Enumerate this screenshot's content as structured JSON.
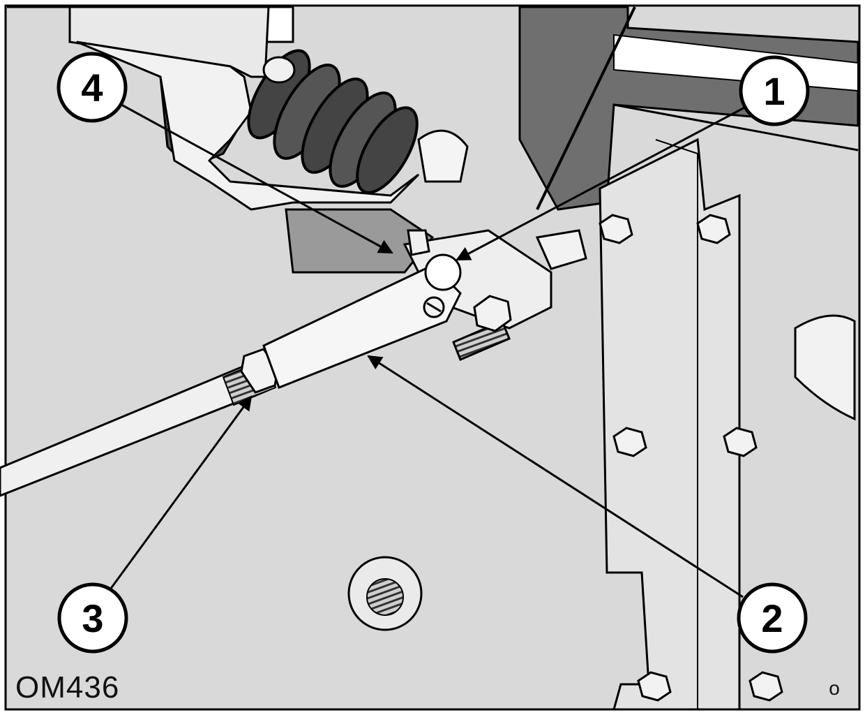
{
  "figure": {
    "code": "OM436",
    "corner_mark": "o"
  },
  "callouts": [
    {
      "id": "1",
      "label": "1"
    },
    {
      "id": "2",
      "label": "2"
    },
    {
      "id": "3",
      "label": "3"
    },
    {
      "id": "4",
      "label": "4"
    }
  ],
  "colors": {
    "panel": "#d9d9d9",
    "shadow": "#6f6f6f",
    "metal": "#e6e6e6",
    "line": "#000000"
  }
}
